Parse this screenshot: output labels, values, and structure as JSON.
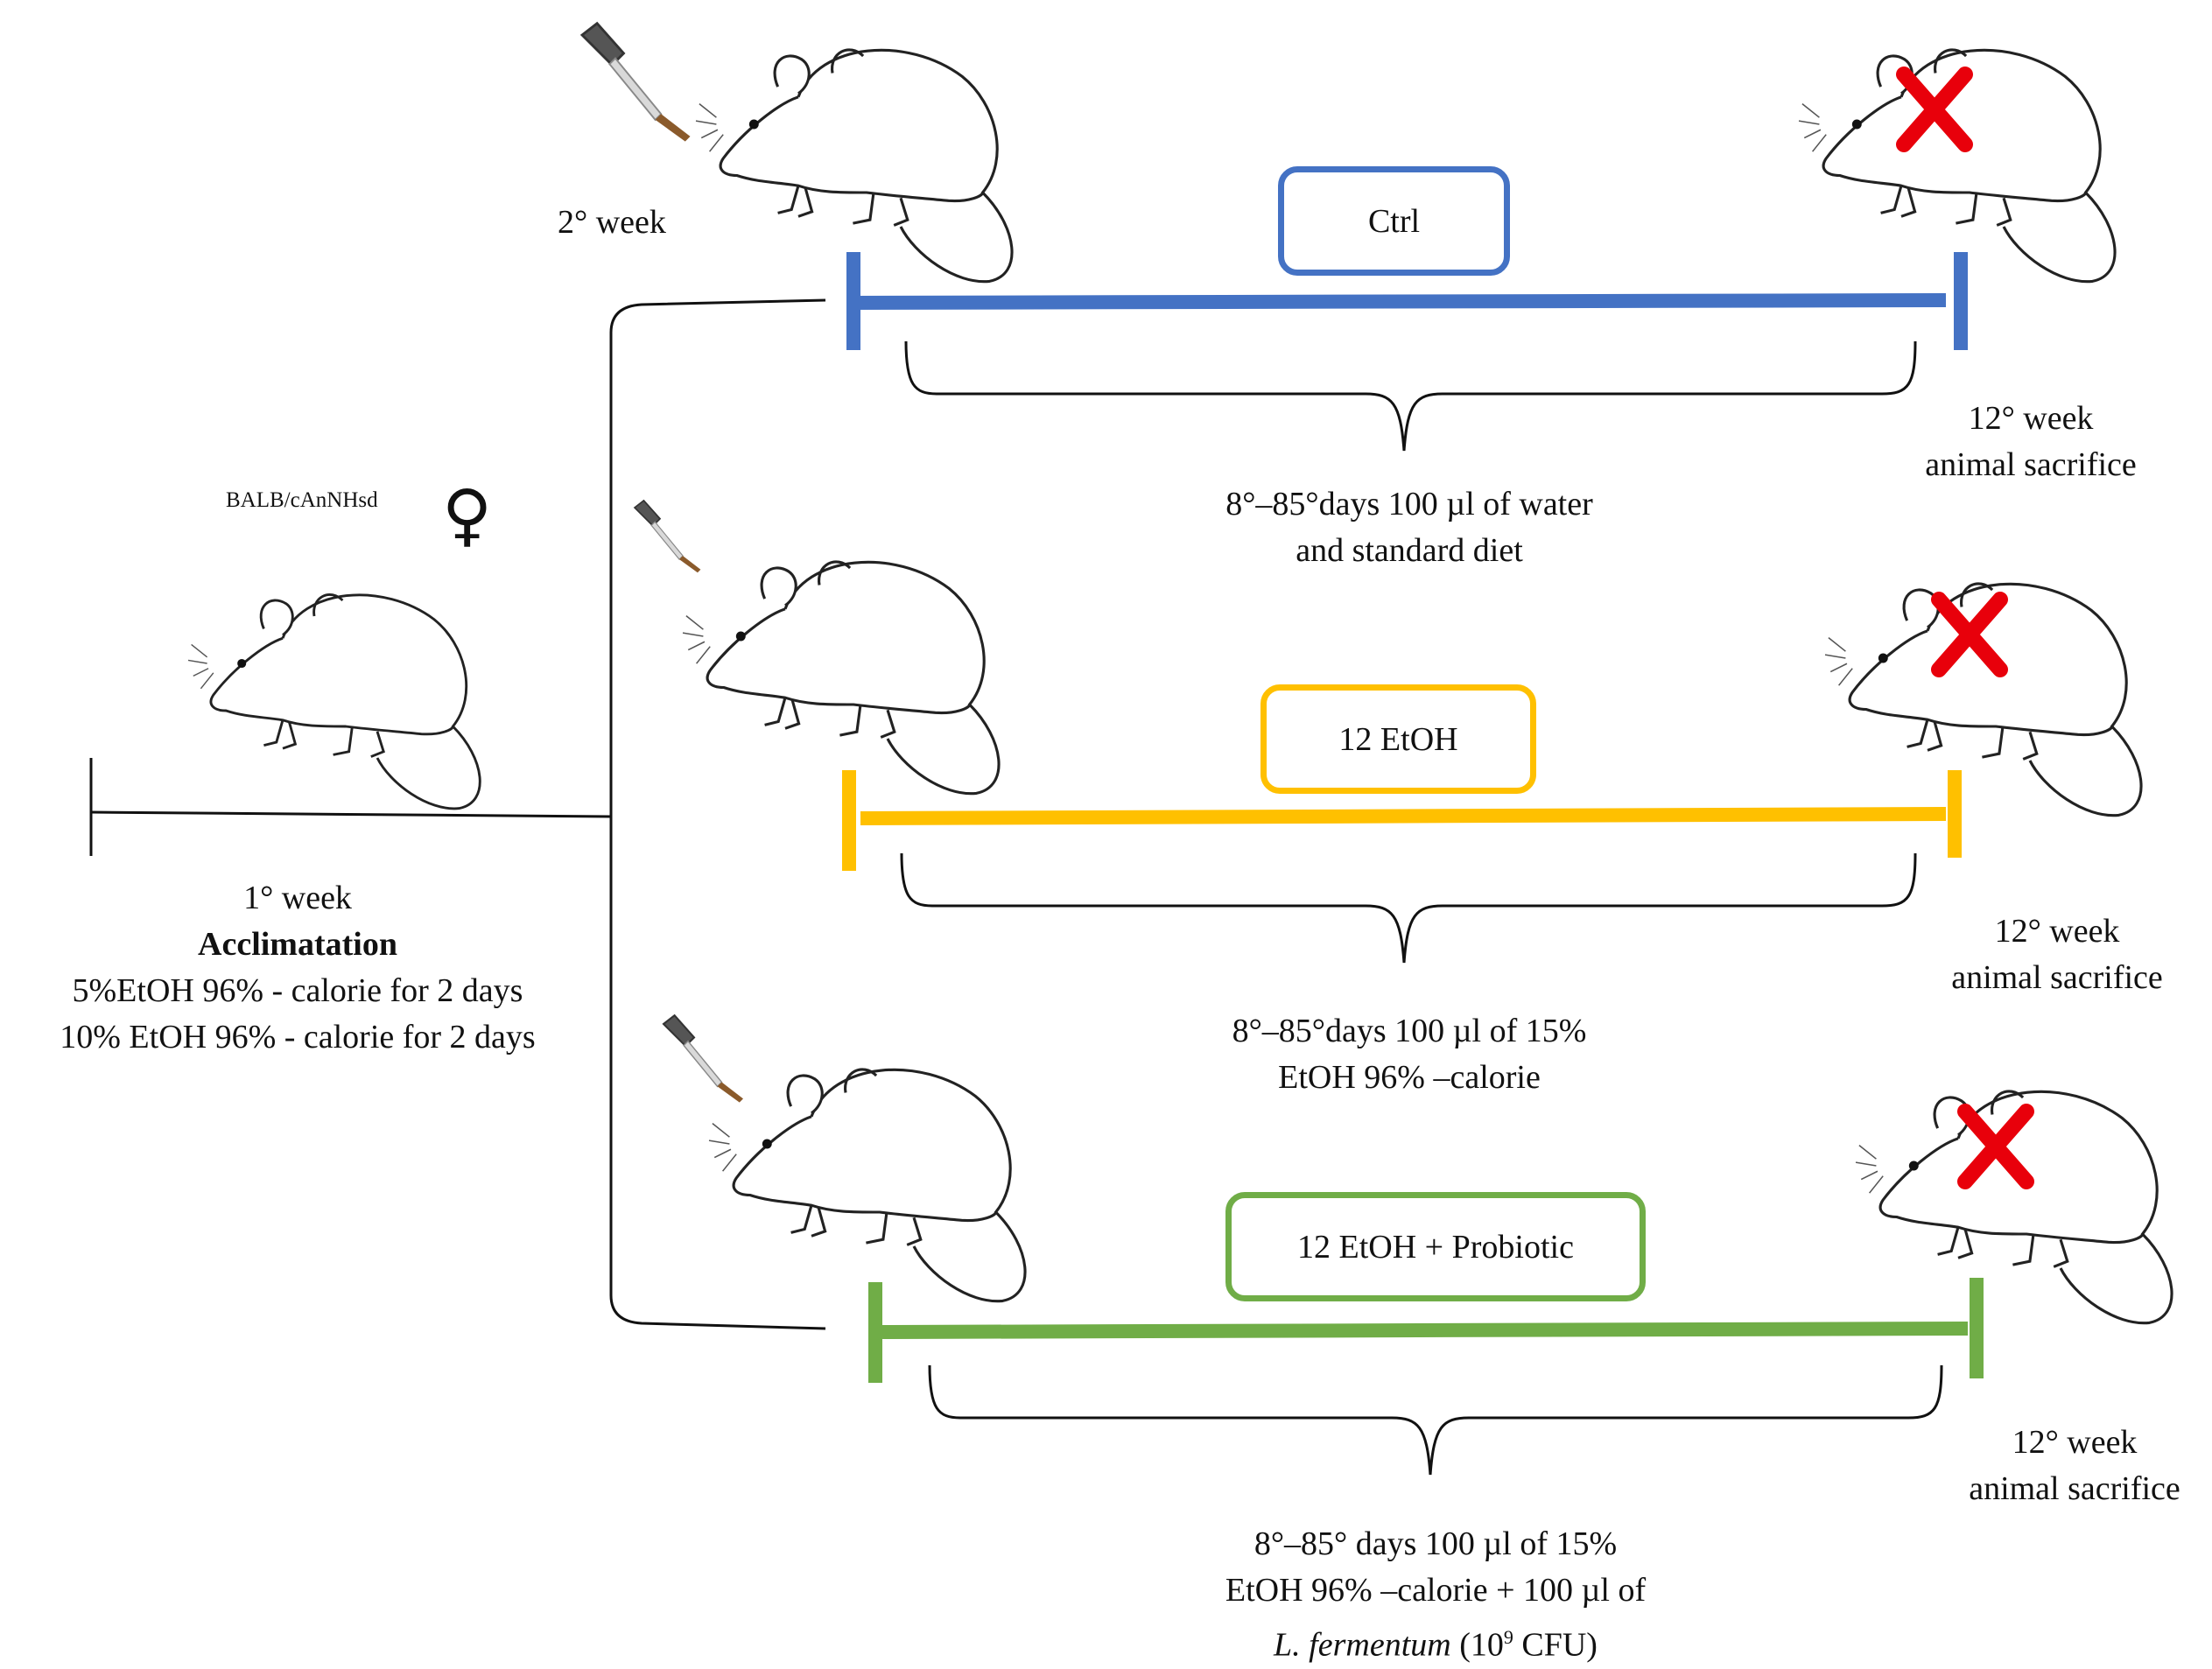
{
  "colors": {
    "ctrl": "#4472C4",
    "etoh": "#FFC000",
    "probiotic": "#70AD47",
    "sacrifice_mark": "#E8000B"
  },
  "icons": {
    "mouse": "mouse-outline-icon",
    "dropper": "dropper-icon",
    "sacrifice": "red-cross-icon",
    "female": "female-symbol-icon"
  },
  "strain": "BALB/cAnNHsd",
  "female_symbol": "♀",
  "acclimatation": {
    "week": "1° week",
    "title": "Acclimatation",
    "line1": "5%EtOH 96% - calorie for 2 days",
    "line2": "10% EtOH 96% - calorie for 2 days"
  },
  "start_week": "2° week",
  "groups": [
    {
      "box_label": "Ctrl",
      "treatment_line1": "8°–85°days 100 µl of water",
      "treatment_line2": "and standard diet",
      "end_week": "12° week",
      "end_event": "animal sacrifice"
    },
    {
      "box_label": "12 EtOH",
      "treatment_line1": "8°–85°days 100 µl of 15%",
      "treatment_line2": "EtOH 96% –calorie",
      "end_week": "12° week",
      "end_event": "animal sacrifice"
    },
    {
      "box_label": "12 EtOH + Probiotic",
      "treatment_line1": "8°–85° days 100 µl of 15%",
      "treatment_line2": "EtOH 96% –calorie + 100 µl of",
      "treatment_line3_italic": "L. fermentum",
      "treatment_line3_open": " (10",
      "treatment_line3_exp": "9",
      "treatment_line3_close": " CFU)",
      "end_week": "12° week",
      "end_event": "animal sacrifice"
    }
  ]
}
